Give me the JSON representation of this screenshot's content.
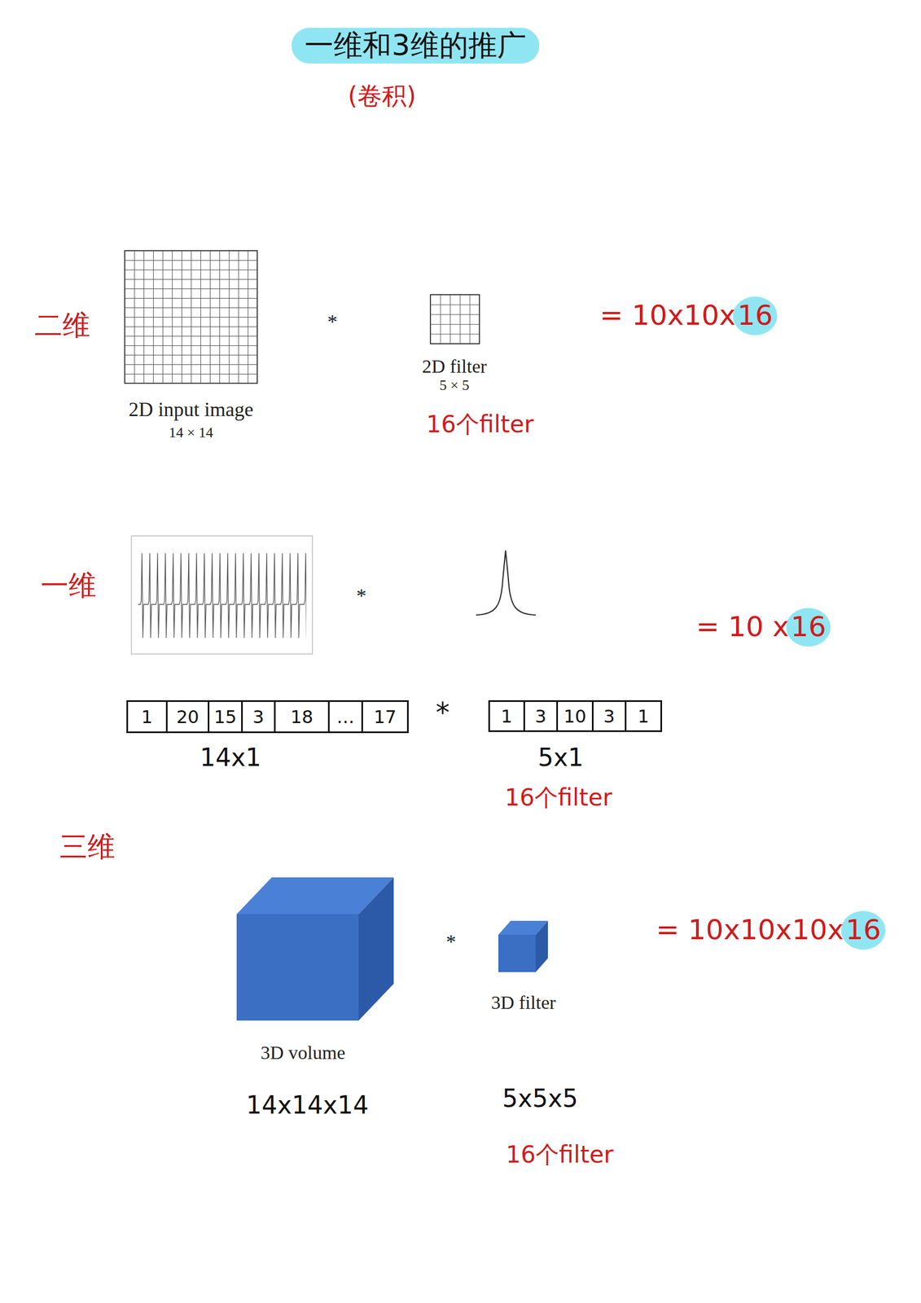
{
  "diagram": {
    "title": "一维和3维的推广",
    "nodes": [
      {
        "text": [
          "1"
        ]
      },
      {
        "text": [
          "20"
        ]
      },
      {
        "text": [
          "15"
        ]
      },
      {
        "text": [
          "3"
        ]
      },
      {
        "text": [
          "18"
        ]
      },
      {
        "text": [
          "…"
        ]
      },
      {
        "text": [
          "17"
        ]
      },
      {
        "text": [
          "1"
        ]
      },
      {
        "text": [
          "3"
        ]
      },
      {
        "text": [
          "10"
        ]
      },
      {
        "text": [
          "3"
        ]
      },
      {
        "text": [
          "1"
        ]
      }
    ],
    "labels": [
      "(卷积)",
      "二维",
      "2D input image",
      "14 × 14",
      "*",
      "2D filter",
      "5 × 5",
      "16个filter",
      "= 10x10x",
      "16",
      "一维",
      "*",
      "= 10 x",
      "16",
      "14x1",
      "*",
      "5x1",
      "16个filter",
      "三维",
      "*",
      "3D filter",
      "3D volume",
      "14x14x14",
      "5x5x5",
      "16个filter",
      "= 10x10x10x",
      "16"
    ]
  }
}
